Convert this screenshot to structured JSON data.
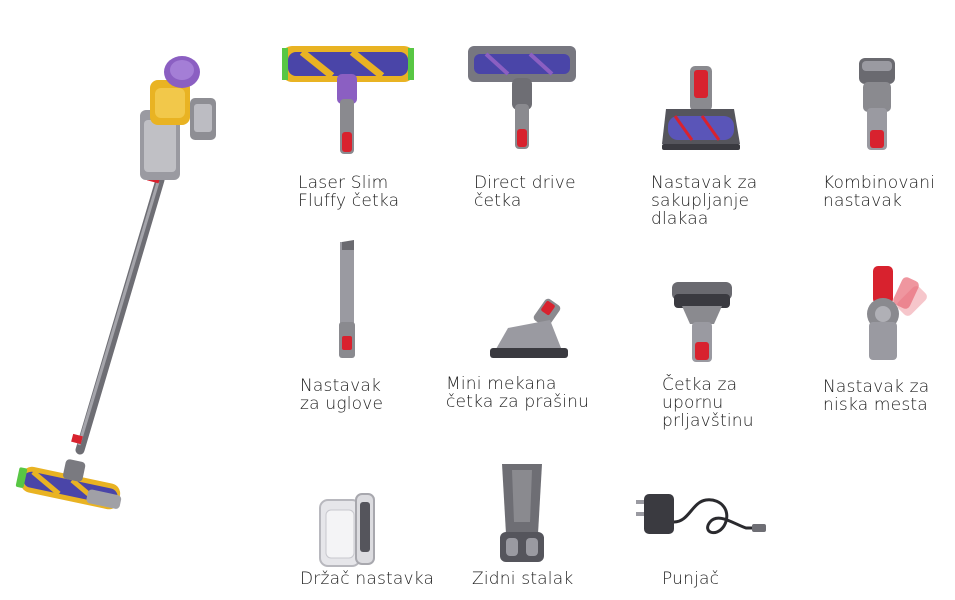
{
  "accessories": [
    {
      "id": "laser",
      "label": "Laser Slim\nFluffy četka",
      "icon": "laser-slim-fluffy-brush-icon"
    },
    {
      "id": "direct",
      "label": "Direct drive\nčetka",
      "icon": "direct-drive-brush-icon"
    },
    {
      "id": "hair",
      "label": "Nastavak za\nsakupljanje\ndlakaa",
      "icon": "hair-screw-tool-icon"
    },
    {
      "id": "combo",
      "label": "Kombinovani\nnastavak",
      "icon": "combination-tool-icon"
    },
    {
      "id": "crevice",
      "label": "Nastavak\nza uglove",
      "icon": "crevice-tool-icon"
    },
    {
      "id": "mini",
      "label": "Mini mekana\nčetka za prašinu",
      "icon": "mini-soft-dusting-brush-icon"
    },
    {
      "id": "stubborn",
      "label": "Četka za\nupornu\nprljavštinu",
      "icon": "stubborn-dirt-brush-icon"
    },
    {
      "id": "lowreach",
      "label": "Nastavak za\nniska mesta",
      "icon": "low-reach-adaptor-icon"
    },
    {
      "id": "clip",
      "label": "Držač nastavka",
      "icon": "accessory-clip-icon"
    },
    {
      "id": "dock",
      "label": "Zidni stalak",
      "icon": "wall-dock-icon"
    },
    {
      "id": "charger",
      "label": "Punjač",
      "icon": "charger-icon"
    }
  ],
  "colors": {
    "yellow": "#e9b323",
    "purple": "#8b5fc2",
    "red": "#d8222e",
    "nickel": "#8a8a8f",
    "green": "#58c744",
    "brush_blue": "#4a45a8"
  }
}
